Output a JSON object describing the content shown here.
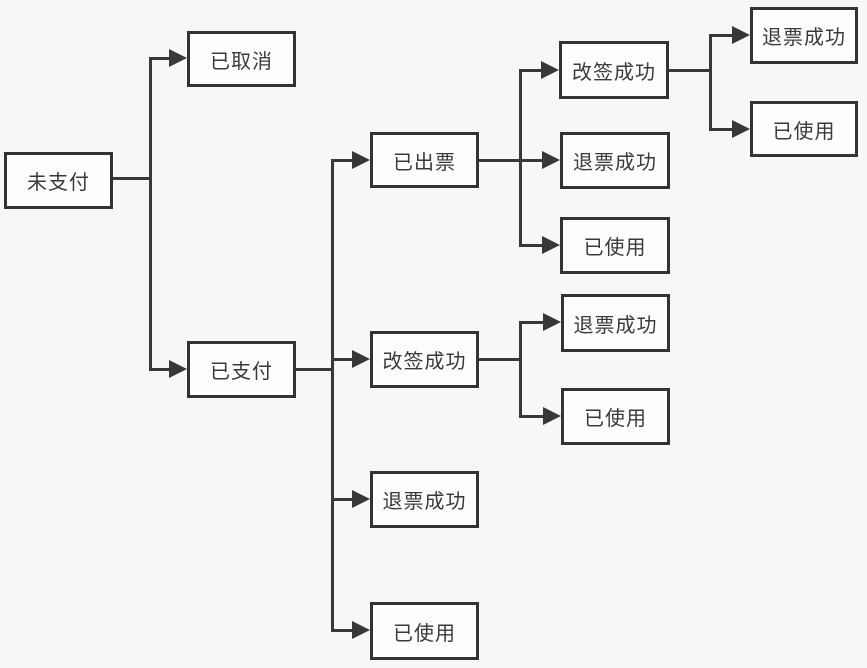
{
  "diagram": {
    "type": "flowchart",
    "language": "zh-CN",
    "description": "Ticket order status state diagram",
    "colors": {
      "background": "#f7f7f7",
      "node_fill": "#fdfdfd",
      "node_border": "#333333",
      "edge": "#383838",
      "text": "#3a3a3a"
    },
    "nodes": {
      "unpaid": {
        "label": "未支付"
      },
      "cancelled": {
        "label": "已取消"
      },
      "paid": {
        "label": "已支付"
      },
      "ticketed": {
        "label": "已出票"
      },
      "rebooked_from_ticketed": {
        "label": "改签成功"
      },
      "refunded_from_ticketed": {
        "label": "退票成功"
      },
      "used_from_ticketed": {
        "label": "已使用"
      },
      "refunded_after_rebook_ticketed": {
        "label": "退票成功"
      },
      "used_after_rebook_ticketed": {
        "label": "已使用"
      },
      "rebooked_from_paid": {
        "label": "改签成功"
      },
      "refunded_after_rebook_paid": {
        "label": "退票成功"
      },
      "used_after_rebook_paid": {
        "label": "已使用"
      },
      "refunded_from_paid": {
        "label": "退票成功"
      },
      "used_from_paid": {
        "label": "已使用"
      }
    },
    "edges": [
      {
        "from": "unpaid",
        "to": "cancelled"
      },
      {
        "from": "unpaid",
        "to": "paid"
      },
      {
        "from": "paid",
        "to": "ticketed"
      },
      {
        "from": "paid",
        "to": "rebooked_from_paid"
      },
      {
        "from": "paid",
        "to": "refunded_from_paid"
      },
      {
        "from": "paid",
        "to": "used_from_paid"
      },
      {
        "from": "ticketed",
        "to": "rebooked_from_ticketed"
      },
      {
        "from": "ticketed",
        "to": "refunded_from_ticketed"
      },
      {
        "from": "ticketed",
        "to": "used_from_ticketed"
      },
      {
        "from": "rebooked_from_ticketed",
        "to": "refunded_after_rebook_ticketed"
      },
      {
        "from": "rebooked_from_ticketed",
        "to": "used_after_rebook_ticketed"
      },
      {
        "from": "rebooked_from_paid",
        "to": "refunded_after_rebook_paid"
      },
      {
        "from": "rebooked_from_paid",
        "to": "used_after_rebook_paid"
      }
    ]
  }
}
